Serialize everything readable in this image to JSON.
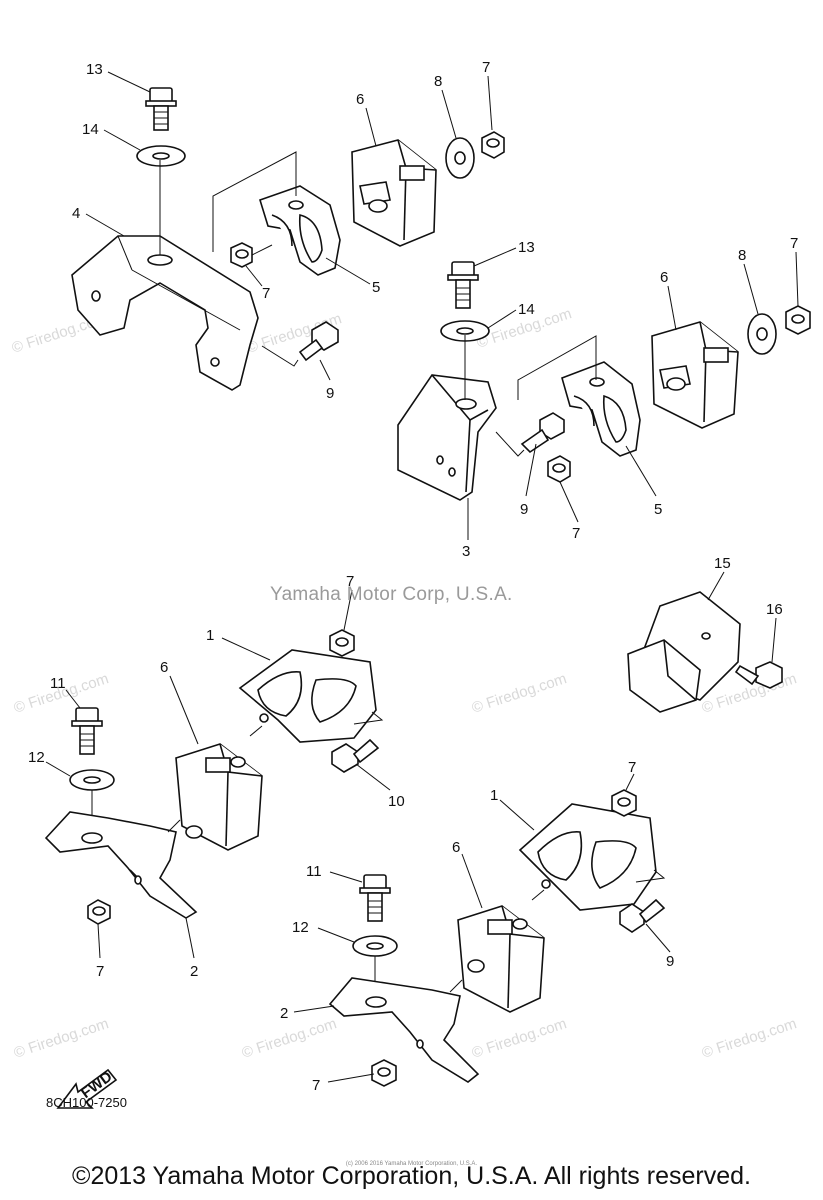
{
  "watermark": "© Firedog.com",
  "center_credit": "Yamaha Motor Corp, U.S.A.",
  "drawing_number": "8CH100-7250",
  "fwd_label": "FWD",
  "copyright": "©2013 Yamaha Motor Corporation, U.S.A. All rights reserved.",
  "tiny_credit": "(c) 2006 2016 Yamaha Motor Corporation, U.S.A.",
  "callouts": {
    "c13a": "13",
    "c14a": "14",
    "c4": "4",
    "c6a": "6",
    "c8a": "8",
    "c7a": "7",
    "c7b": "7",
    "c5a": "5",
    "c9a": "9",
    "c13b": "13",
    "c14b": "14",
    "c6b": "6",
    "c8b": "8",
    "c7c": "7",
    "c9b": "9",
    "c7d": "7",
    "c5b": "5",
    "c3": "3",
    "c7e": "7",
    "c15": "15",
    "c16": "16",
    "c1a": "1",
    "c6c": "6",
    "c11a": "11",
    "c12a": "12",
    "c10": "10",
    "c7f": "7",
    "c2a": "2",
    "c7g": "7",
    "c1b": "1",
    "c6d": "6",
    "c11b": "11",
    "c12b": "12",
    "c9c": "9",
    "c2b": "2",
    "c7h": "7"
  }
}
